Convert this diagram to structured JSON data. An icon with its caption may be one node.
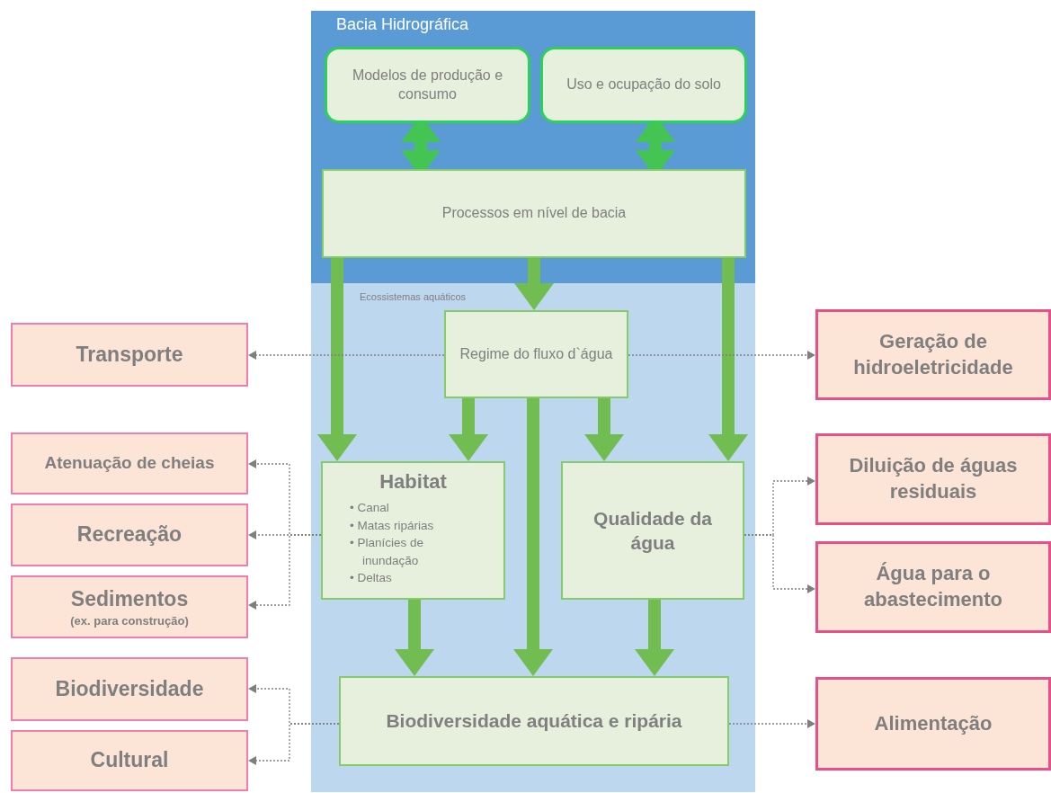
{
  "diagram": {
    "nodes": [
      {
        "text": [
          "Bacia Hidrográfica"
        ]
      },
      {
        "text": [
          "Modelos de produção e consumo"
        ],
        "in": 0
      },
      {
        "text": [
          "Uso e ocupação do solo"
        ],
        "in": 0
      },
      {
        "text": [
          "Processos em nível de bacia"
        ],
        "in": 0
      },
      {
        "text": [
          "Ecossistemas aquáticos"
        ]
      },
      {
        "text": [
          "Regime do fluxo d`água"
        ],
        "in": 4
      },
      {
        "text": [
          "Habitat",
          "• Canal",
          "• Matas ripárias",
          "• Planícies de inundação",
          "• Deltas"
        ],
        "in": 4
      },
      {
        "text": [
          "Qualidade da água"
        ],
        "in": 4
      },
      {
        "text": [
          "Biodiversidade aquática e ripária"
        ],
        "in": 4
      },
      {
        "text": [
          "Transporte"
        ]
      },
      {
        "text": [
          "Atenuação de cheias"
        ]
      },
      {
        "text": [
          "Recreação"
        ]
      },
      {
        "text": [
          "Sedimentos",
          "(ex. para construção)"
        ]
      },
      {
        "text": [
          "Biodiversidade"
        ]
      },
      {
        "text": [
          "Cultural"
        ]
      },
      {
        "text": [
          "Geração de hidroeletricidade"
        ]
      },
      {
        "text": [
          "Diluição de águas residuais"
        ]
      },
      {
        "text": [
          "Água para o abastecimento"
        ]
      },
      {
        "text": [
          "Alimentação"
        ]
      }
    ],
    "edges": [
      {
        "from": 1,
        "to": 3,
        "arrow": "both",
        "style": "thick",
        "color": "#44c553"
      },
      {
        "from": 2,
        "to": 3,
        "arrow": "both",
        "style": "thick",
        "color": "#44c553"
      },
      {
        "from": 3,
        "to": 6,
        "arrow": "to",
        "style": "thick",
        "color": "#72bd52"
      },
      {
        "from": 3,
        "to": 5,
        "arrow": "to",
        "style": "thick",
        "color": "#72bd52"
      },
      {
        "from": 3,
        "to": 7,
        "arrow": "to",
        "style": "thick",
        "color": "#72bd52"
      },
      {
        "from": 5,
        "to": 6,
        "arrow": "to",
        "style": "thick",
        "color": "#72bd52"
      },
      {
        "from": 5,
        "to": 8,
        "arrow": "to",
        "style": "thick",
        "color": "#72bd52"
      },
      {
        "from": 5,
        "to": 7,
        "arrow": "to",
        "style": "thick",
        "color": "#72bd52"
      },
      {
        "from": 6,
        "to": 8,
        "arrow": "to",
        "style": "thick",
        "color": "#72bd52"
      },
      {
        "from": 7,
        "to": 8,
        "arrow": "to",
        "style": "thick",
        "color": "#72bd52"
      },
      {
        "from": 5,
        "to": 9,
        "arrow": "to",
        "style": "dashed"
      },
      {
        "from": 5,
        "to": 15,
        "arrow": "to",
        "style": "dashed"
      },
      {
        "from": 6,
        "to": 10,
        "arrow": "to",
        "style": "dashed"
      },
      {
        "from": 6,
        "to": 11,
        "arrow": "to",
        "style": "dashed"
      },
      {
        "from": 6,
        "to": 12,
        "arrow": "to",
        "style": "dashed"
      },
      {
        "from": 7,
        "to": 16,
        "arrow": "to",
        "style": "dashed"
      },
      {
        "from": 7,
        "to": 17,
        "arrow": "to",
        "style": "dashed"
      },
      {
        "from": 8,
        "to": 13,
        "arrow": "to",
        "style": "dashed"
      },
      {
        "from": 8,
        "to": 14,
        "arrow": "to",
        "style": "dashed"
      },
      {
        "from": 8,
        "to": 18,
        "arrow": "to",
        "style": "dashed"
      }
    ]
  }
}
